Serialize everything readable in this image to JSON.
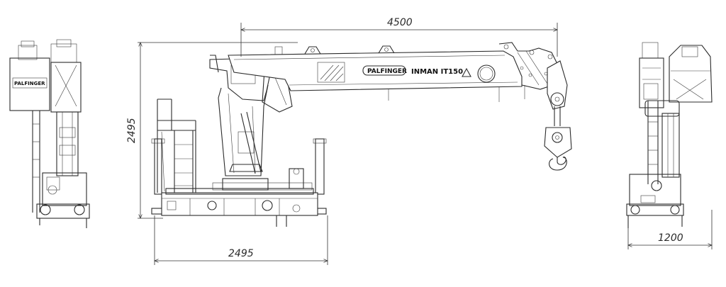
{
  "dimensions": {
    "boom_reach": "4500",
    "height": "2495",
    "base_length": "2495",
    "width": "1200"
  },
  "labels": {
    "brand": "PALFINGER",
    "model": "INMAN IT150",
    "left_view_brand": "PALFINGER"
  }
}
